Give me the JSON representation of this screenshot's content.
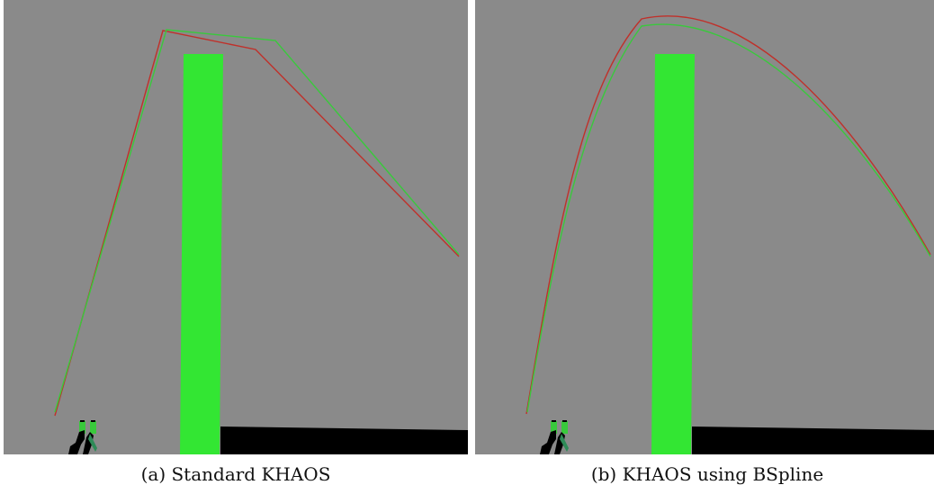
{
  "figure": {
    "panels": [
      {
        "id": "a",
        "caption": "(a) Standard KHAOS",
        "path_style": "polyline"
      },
      {
        "id": "b",
        "caption": "(b) KHAOS using BSpline",
        "path_style": "smooth-spline"
      }
    ]
  },
  "colors": {
    "background": "#8a8a8a",
    "obstacle": "#33e633",
    "floor": "#000000",
    "path_red": "#c0302a",
    "path_green": "#39c93c",
    "caption_text": "#111111"
  },
  "icons": {
    "robot": "robot-arm-icon"
  }
}
